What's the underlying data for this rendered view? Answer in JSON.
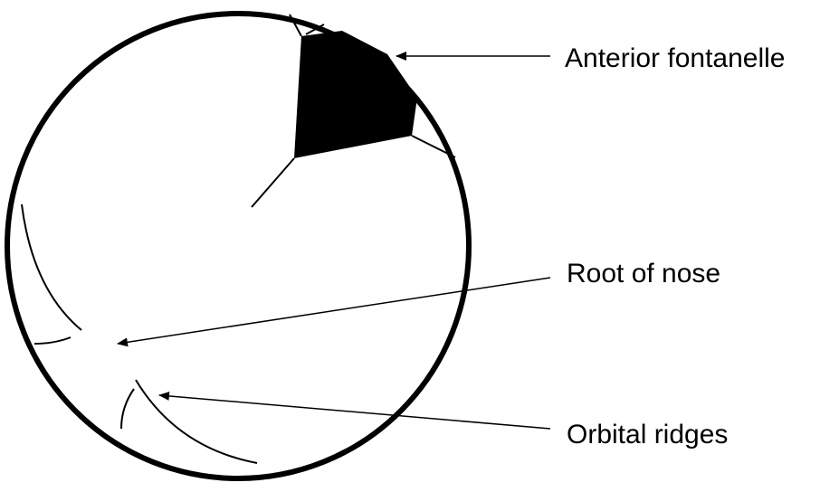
{
  "labels": {
    "anterior_fontanelle": "Anterior fontanelle",
    "root_of_nose": "Root of nose",
    "orbital_ridges": "Orbital ridges"
  },
  "colors": {
    "ink": "#000000",
    "background": "#ffffff"
  }
}
